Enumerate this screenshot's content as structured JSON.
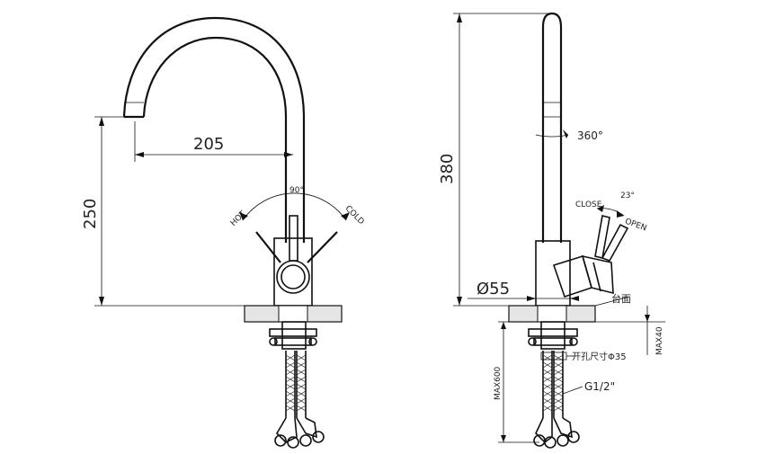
{
  "front_view": {
    "reach": "205",
    "spout_height": "250",
    "handle_angle": "90°",
    "hot_label": "HOT",
    "cold_label": "COLD"
  },
  "side_view": {
    "total_height": "380",
    "rotation": "360°",
    "base_diameter": "Ø55",
    "counter_label": "台面",
    "close_label": "CLOSE",
    "open_label": "OPEN",
    "lever_angle": "23°",
    "hole_size": "开孔尺寸Φ35",
    "thread": "G1/2\"",
    "max_thickness": "MAX40",
    "max_hose": "MAX600"
  }
}
